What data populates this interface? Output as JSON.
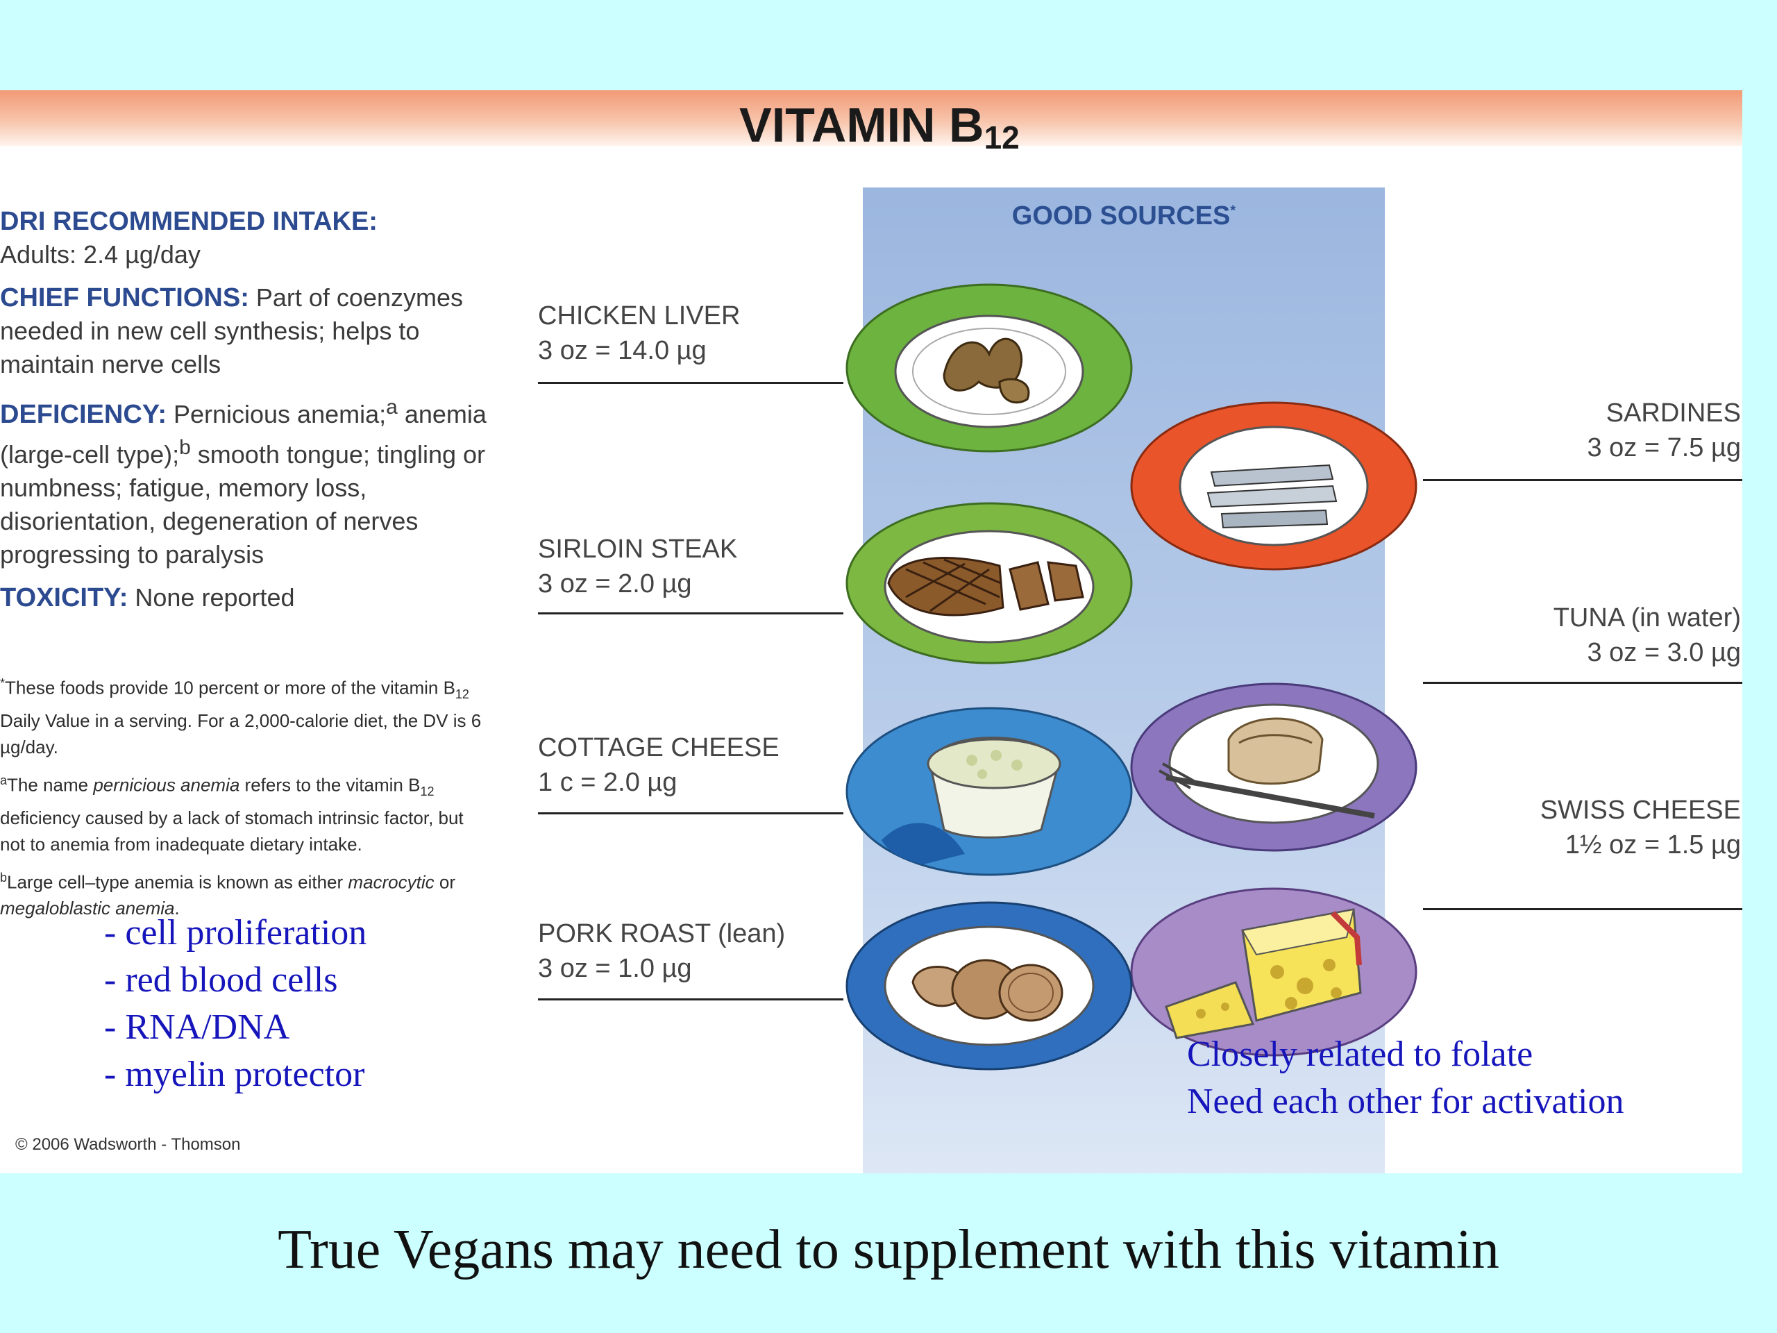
{
  "title": {
    "main": "VITAMIN B",
    "sub": "12"
  },
  "good_sources": {
    "label": "GOOD SOURCES",
    "mark": "*"
  },
  "left": {
    "dri_head": "DRI RECOMMENDED INTAKE:",
    "dri_body": "Adults: 2.4 µg/day",
    "functions_head": "CHIEF FUNCTIONS:",
    "functions_body": " Part of coenzymes needed in new cell synthesis; helps to maintain nerve cells",
    "deficiency_head": "DEFICIENCY:",
    "deficiency_body_1": " Pernicious anemia;",
    "deficiency_sup_a": "a",
    "deficiency_body_2": " anemia (large-cell type);",
    "deficiency_sup_b": "b",
    "deficiency_body_3": " smooth tongue; tingling or numbness; fatigue, memory loss, disorientation, degeneration of nerves progressing to paralysis",
    "toxicity_head": "TOXICITY:",
    "toxicity_body": " None reported"
  },
  "notes": {
    "star_mark": "*",
    "star_1": "These foods provide 10 percent or more of the vitamin B",
    "star_sub": "12",
    "star_2": " Daily Value in a serving. For a 2,000-calorie diet, the DV is 6 µg/day.",
    "a_mark": "a",
    "a_1": "The name ",
    "a_em": "pernicious anemia",
    "a_2": " refers to the vitamin B",
    "a_sub": "12",
    "a_3": " deficiency caused by a lack of stomach intrinsic factor, but not to anemia from inadequate dietary intake.",
    "b_mark": "b",
    "b_1": "Large cell–type anemia is known as either ",
    "b_em1": "macrocytic",
    "b_2": " or ",
    "b_em2": "megaloblastic anemia",
    "b_3": "."
  },
  "blue_list": [
    "- cell proliferation",
    "- red blood cells",
    "- RNA/DNA",
    "- myelin protector"
  ],
  "copyright": "© 2006 Wadsworth - Thomson",
  "foods": {
    "chicken_liver": {
      "name": "CHICKEN LIVER",
      "amount": "3 oz = 14.0 µg"
    },
    "sardines": {
      "name": "SARDINES",
      "amount": "3 oz = 7.5 µg"
    },
    "sirloin_steak": {
      "name": "SIRLOIN STEAK",
      "amount": "3 oz = 2.0 µg"
    },
    "tuna": {
      "name": "TUNA (in water)",
      "amount": "3 oz = 3.0 µg"
    },
    "cottage_cheese": {
      "name": "COTTAGE CHEESE",
      "amount": "1 c = 2.0 µg"
    },
    "swiss_cheese": {
      "name": "SWISS CHEESE",
      "amount": "1½ oz = 1.5 µg"
    },
    "pork_roast": {
      "name": "PORK ROAST (lean)",
      "amount": "3 oz = 1.0 µg"
    }
  },
  "colors": {
    "green_plate": "#6cb33f",
    "orange_plate": "#e9542a",
    "purple_plate": "#8c77bf",
    "blue_plate": "#3476c2",
    "lilac_plate": "#a78cc8",
    "blue_text": "#1515bb",
    "header_blue": "#2c4a90"
  },
  "related": [
    "Closely related to folate",
    "Need each other for activation"
  ],
  "bottom_note": "True Vegans may need to supplement with this vitamin"
}
